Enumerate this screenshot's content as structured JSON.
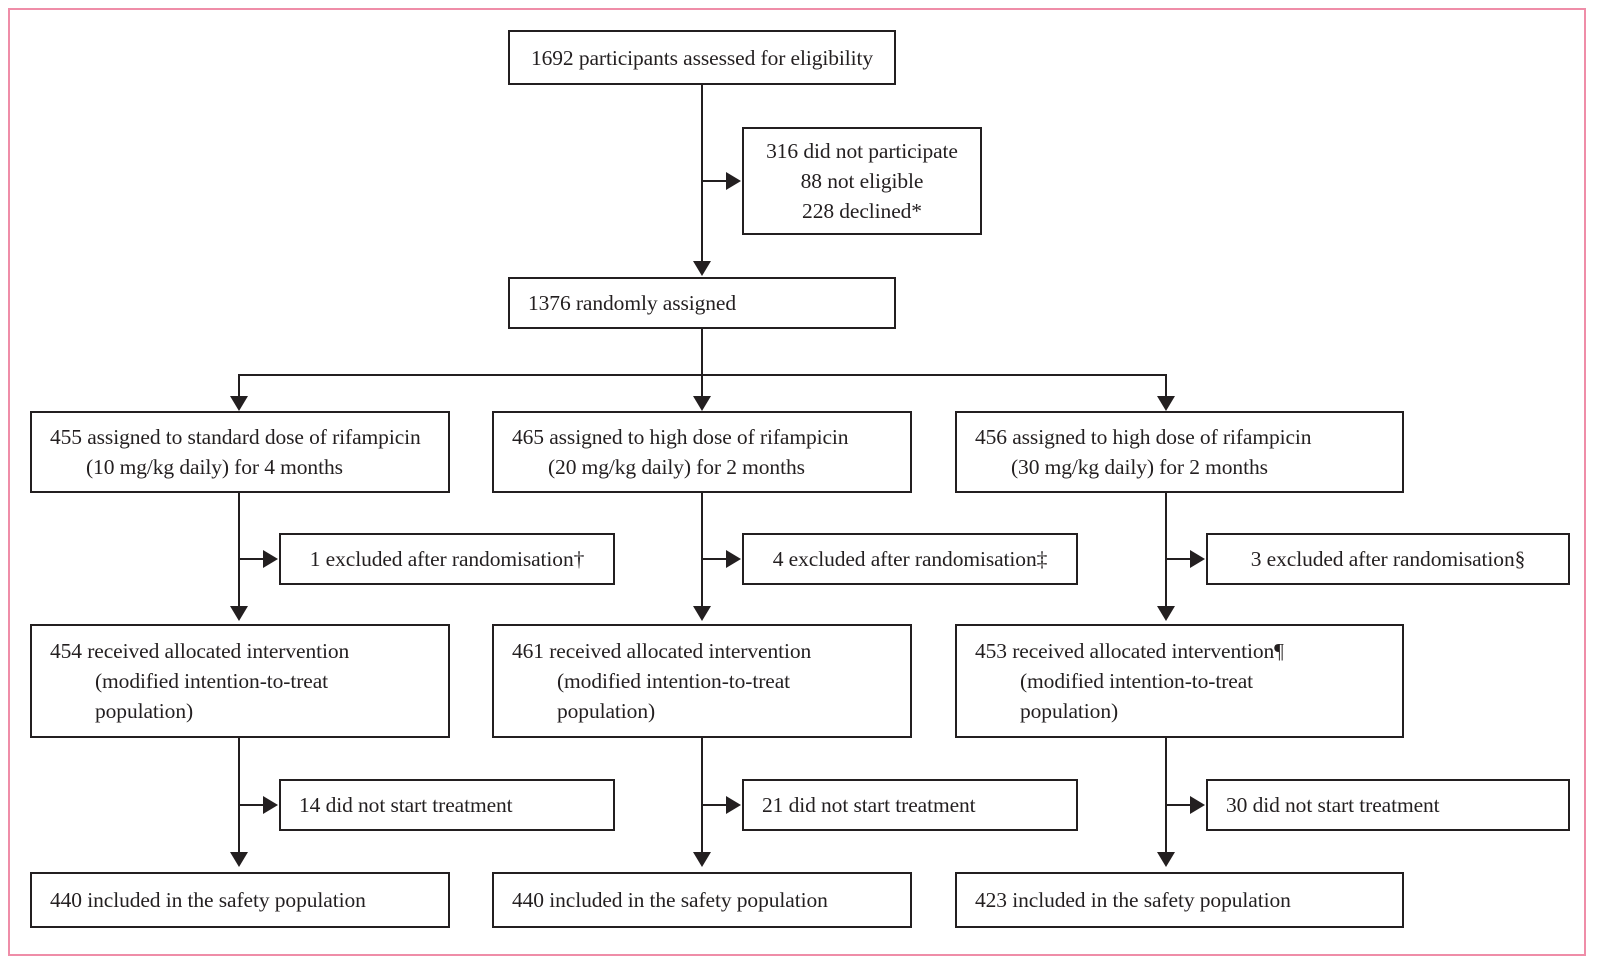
{
  "diagram": {
    "title": "CONSORT participant flow diagram",
    "frame_color": "#ef8da8",
    "line_color": "#231f20",
    "nodes": {
      "eligibility": {
        "line1": "1692 participants assessed for eligibility"
      },
      "not_participate": {
        "line1": "316 did not participate",
        "line2": "88 not eligible",
        "line3": "228 declined*"
      },
      "randomised": {
        "line1": "1376 randomly assigned"
      },
      "arm1_assigned": {
        "line1": "455 assigned to standard dose of rifampicin",
        "line2": "(10 mg/kg daily) for 4 months"
      },
      "arm2_assigned": {
        "line1": "465 assigned to high dose of rifampicin",
        "line2": "(20 mg/kg daily) for 2 months"
      },
      "arm3_assigned": {
        "line1": "456 assigned to high dose of rifampicin",
        "line2": "(30 mg/kg daily) for 2 months"
      },
      "arm1_excluded": {
        "line1": "1 excluded after randomisation†"
      },
      "arm2_excluded": {
        "line1": "4 excluded after randomisation‡"
      },
      "arm3_excluded": {
        "line1": "3 excluded after randomisation§"
      },
      "arm1_received": {
        "line1": "454 received allocated intervention",
        "line2": "(modified intention-to-treat",
        "line3": "population)"
      },
      "arm2_received": {
        "line1": "461 received allocated intervention",
        "line2": "(modified intention-to-treat",
        "line3": "population)"
      },
      "arm3_received": {
        "line1": "453 received allocated intervention¶",
        "line2": "(modified intention-to-treat",
        "line3": "population)"
      },
      "arm1_nostart": {
        "line1": "14 did not start treatment"
      },
      "arm2_nostart": {
        "line1": "21 did not start treatment"
      },
      "arm3_nostart": {
        "line1": "30 did not start treatment"
      },
      "arm1_safety": {
        "line1": "440 included in the safety population"
      },
      "arm2_safety": {
        "line1": "440 included in the safety population"
      },
      "arm3_safety": {
        "line1": "423 included in the safety population"
      }
    }
  }
}
